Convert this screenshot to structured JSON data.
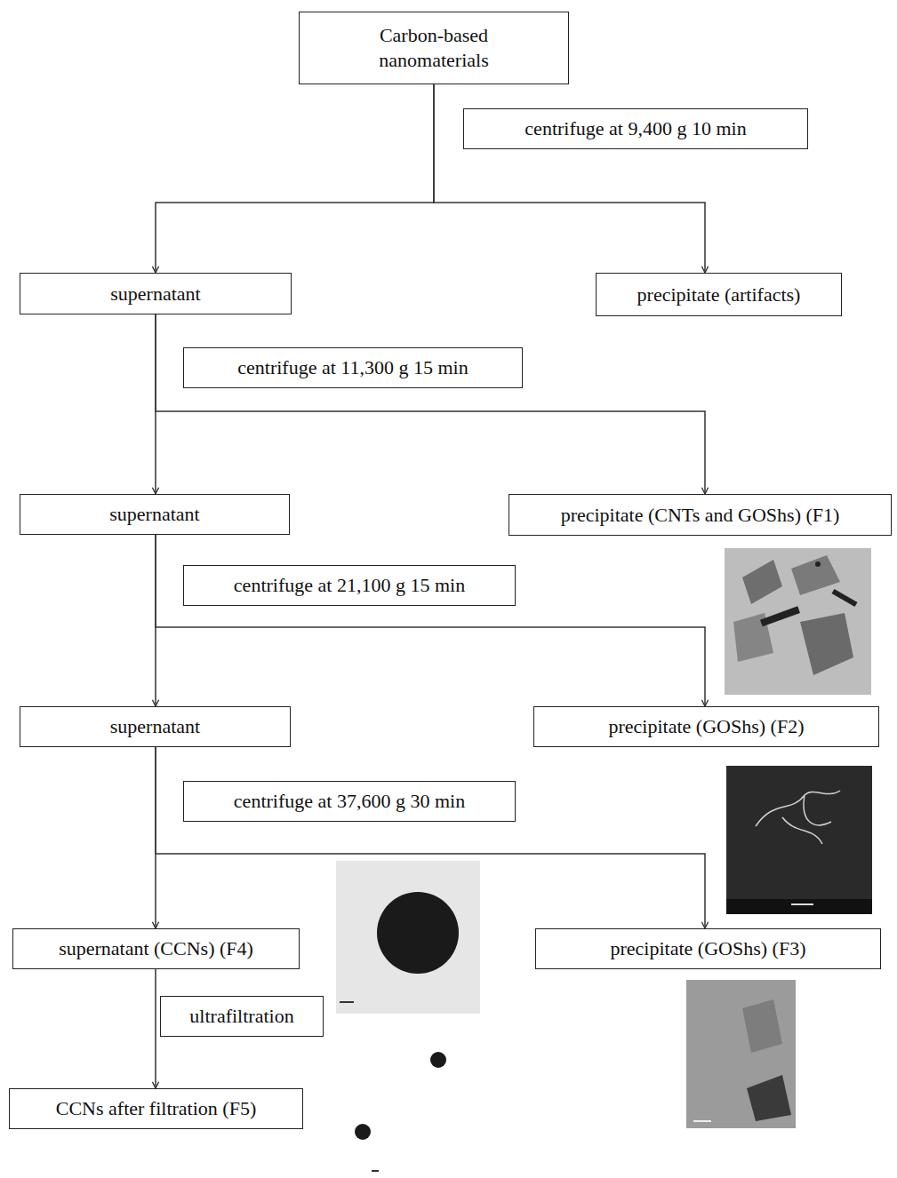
{
  "diagram": {
    "nodes": [
      {
        "text": [
          "Carbon-based nanomaterials"
        ]
      },
      {
        "text": [
          "centrifuge at 9,400 g 10 min"
        ]
      },
      {
        "text": [
          "supernatant"
        ]
      },
      {
        "text": [
          "precipitate (artifacts)"
        ]
      },
      {
        "text": [
          "centrifuge at 11,300 g 15 min"
        ]
      },
      {
        "text": [
          "supernatant"
        ]
      },
      {
        "text": [
          "precipitate (CNTs and GOShs) (F1)"
        ]
      },
      {
        "text": [
          "centrifuge at 21,100 g 15 min"
        ]
      },
      {
        "text": [
          "supernatant"
        ]
      },
      {
        "text": [
          "precipitate (GOShs) (F2)"
        ]
      },
      {
        "text": [
          "centrifuge at 37,600 g 30 min"
        ]
      },
      {
        "text": [
          "supernatant (CCNs) (F4)"
        ]
      },
      {
        "text": [
          "precipitate (GOShs) (F3)"
        ]
      },
      {
        "text": [
          "ultrafiltration"
        ]
      },
      {
        "text": [
          "CCNs after filtration (F5)"
        ]
      }
    ],
    "edges": [
      {
        "from": 0,
        "to": 2,
        "arrow": "to"
      },
      {
        "from": 0,
        "to": 3,
        "arrow": "to"
      },
      {
        "from": 2,
        "to": 5,
        "arrow": "to"
      },
      {
        "from": 2,
        "to": 6,
        "arrow": "to"
      },
      {
        "from": 5,
        "to": 8,
        "arrow": "to"
      },
      {
        "from": 5,
        "to": 9,
        "arrow": "to"
      },
      {
        "from": 8,
        "to": 11,
        "arrow": "to"
      },
      {
        "from": 8,
        "to": 12,
        "arrow": "to"
      },
      {
        "from": 11,
        "to": 14,
        "arrow": "to"
      }
    ]
  }
}
